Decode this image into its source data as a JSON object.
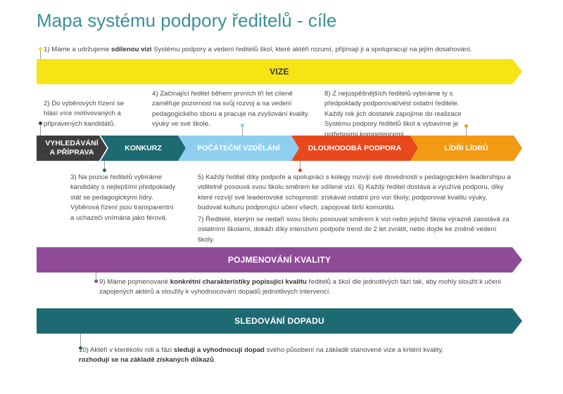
{
  "title": "Mapa systému podpory ředitelů - cíle",
  "bands": {
    "vize": "VIZE",
    "kvalita": "POJMENOVÁNÍ KVALITY",
    "dopad": "SLEDOVÁNÍ DOPADU"
  },
  "stages": {
    "s1": "VYHLEDÁVÁNÍ A PŘÍPRAVA",
    "s2": "KONKURZ",
    "s3": "POČÁTEČNÍ VZDĚLÁNÍ",
    "s4": "DLOUHODOBÁ PODPORA",
    "s5": "LÍDŘI LÍDRŮ"
  },
  "notes": {
    "n1_a": "1) Máme a udržujeme ",
    "n1_b": "sdílenou vizi",
    "n1_c": " Systému podpory a vedení ředitelů škol, které aktéři rozumí, přijímají ji a spolupracují na jejím dosahování.",
    "n2": "2) Do výběrových řízení se hlásí více motivovaných a připravených kandidátů.",
    "n3": "3) Na pozice ředitelů vybíráme kandidáty s nejlepšími předpoklady stát se pedagogickými lídry. Výběrová řízení jsou transparentní a uchazeči vnímána jako férová.",
    "n4": "4) Začínající ředitel během prvních tří let cíleně zaměřuje pozornost na svůj rozvoj a na vedení pedagogického sboru a pracuje na zvyšování kvality výuky ve své škole.",
    "n5": "5) Každý ředitel díky podpoře a spolupráci s kolegy rozvíjí své dovednosti v pedagogickém leadershipu a viditelně posouvá svou školu směrem ke sdílené vizi. 6) Každý ředitel dostává a využívá podporu, díky které rozvíjí své leaderovské schopnosti: získávat ostatní pro vizi školy, podporovat kvalitu výuky, budovat kulturu podporující učení všech, zapojovat širší komunitu.",
    "n7": "7) Ředitelé, kterým se nedaří svou školu posouvat směrem k vizi nebo jejichž škola výrazně zaostává za ostatními školami, dokáží díky intenzivní podpoře trend do 2 let zvrátit, nebo dojde ke změně vedení školy.",
    "n8": "8) Z nejúspěšnějších ředitelů vybíráme ty s předpoklady podporovat/vést ostatní ředitele. Každý rok jich dostatek zapojíme do realizace Systému podpory ředitelů škol a vybavíme je potřebnými kompetencemi.",
    "n9_a": "9) Máme pojmenované ",
    "n9_b": "konkrétní charakteristiky popisující kvalitu",
    "n9_c": " ředitelů a škol dle jednotlivých fází tak, aby mohly sloužit k učení zapojených aktérů a sloužily k vyhodnocování dopadů jednotlivých intervencí.",
    "n10_a": "10) Aktéři v kterékoliv roli a fázi ",
    "n10_b": "sledují a vyhodnocují dopad",
    "n10_c": " svého působení na základě stanovené vize a kritérií kvality, ",
    "n10_d": "rozhodují se na základě získaných důkazů",
    "n10_e": "."
  },
  "colors": {
    "title": "#3a8f99",
    "vize": "#f6e415",
    "kvalita": "#8f4b97",
    "dopad": "#1e6a72",
    "stage1": "#3d3d3d",
    "stage2": "#1e6a72",
    "stage3": "#8ecff0",
    "stage4": "#e8481c",
    "stage5": "#f29a12"
  }
}
